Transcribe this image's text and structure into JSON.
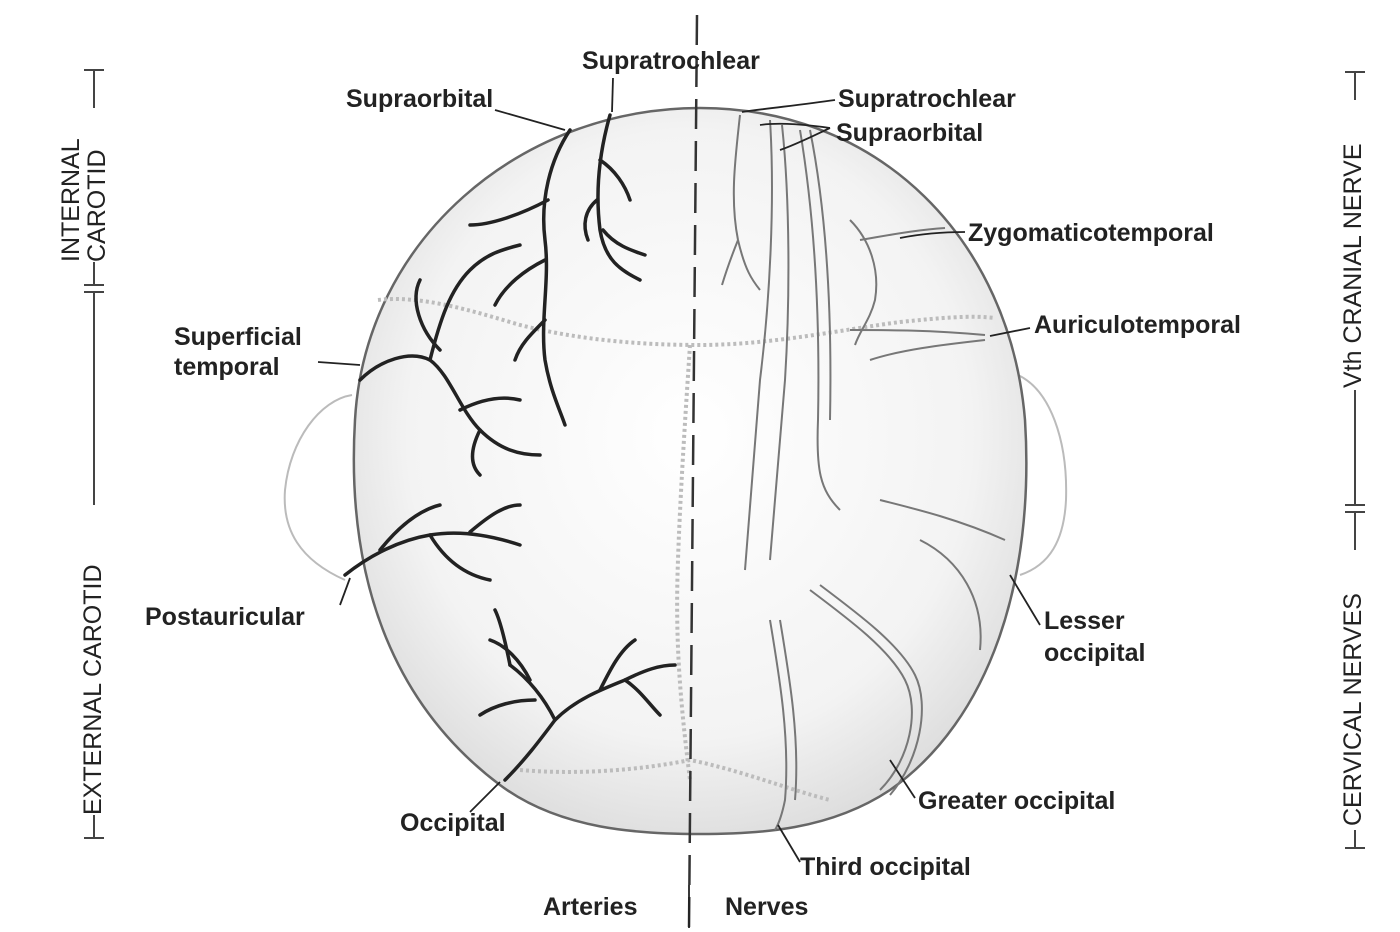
{
  "labels": {
    "supratrochlear_artery": "Supratrochlear",
    "supraorbital_artery": "Supraorbital",
    "superficial_temporal_line1": "Superficial",
    "superficial_temporal_line2": "temporal",
    "postauricular": "Postauricular",
    "occipital_artery": "Occipital",
    "supratrochlear_nerve": "Supratrochlear",
    "supraorbital_nerve": "Supraorbital",
    "zygomaticotemporal": "Zygomaticotemporal",
    "auriculotemporal": "Auriculotemporal",
    "lesser_occipital_line1": "Lesser",
    "lesser_occipital_line2": "occipital",
    "greater_occipital": "Greater occipital",
    "third_occipital": "Third occipital",
    "arteries": "Arteries",
    "nerves": "Nerves"
  },
  "side_labels": {
    "internal_carotid_line1": "INTERNAL",
    "internal_carotid_line2": "CAROTID",
    "external_carotid": "EXTERNAL CAROTID",
    "vth_cranial_nerve": "Vth CRANIAL NERVE",
    "cervical_nerves": "CERVICAL NERVES"
  }
}
